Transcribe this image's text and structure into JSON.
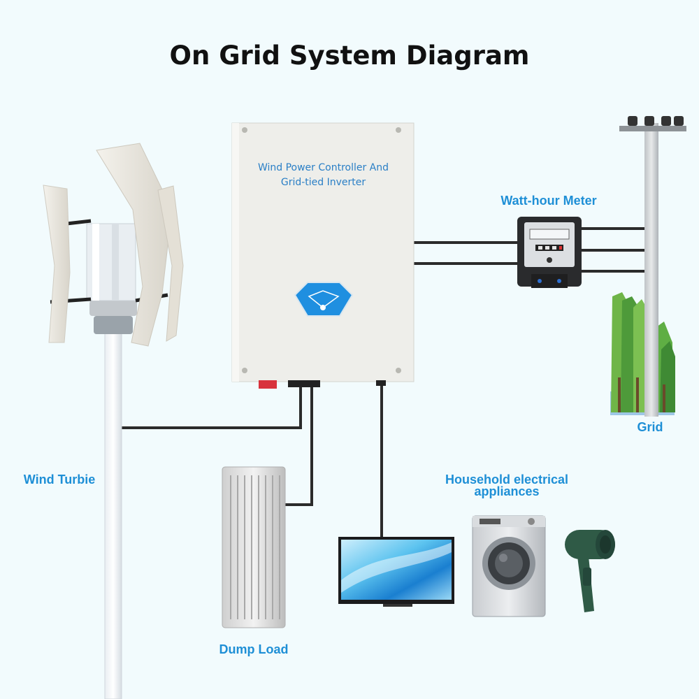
{
  "diagram": {
    "title": "On Grid System Diagram",
    "inverter_label": [
      "Wind Power Controller And",
      "Grid-tied Inverter"
    ],
    "labels": {
      "watt_hour_meter": "Watt-hour Meter",
      "grid": "Grid",
      "wind_turbine": "Wind Turbie",
      "household": [
        "Household electrical",
        "appliances"
      ],
      "dump_load": "Dump Load"
    }
  },
  "colors": {
    "background": "#f2fbfd",
    "label_blue": "#1e8fd6",
    "title": "#111111",
    "wire": "#2b2b2b",
    "inverter_body": "#eeeeea",
    "accent_blue": "#1f8fe0",
    "tree_green": "#6fb548",
    "dryer_green": "#2f5a46"
  }
}
